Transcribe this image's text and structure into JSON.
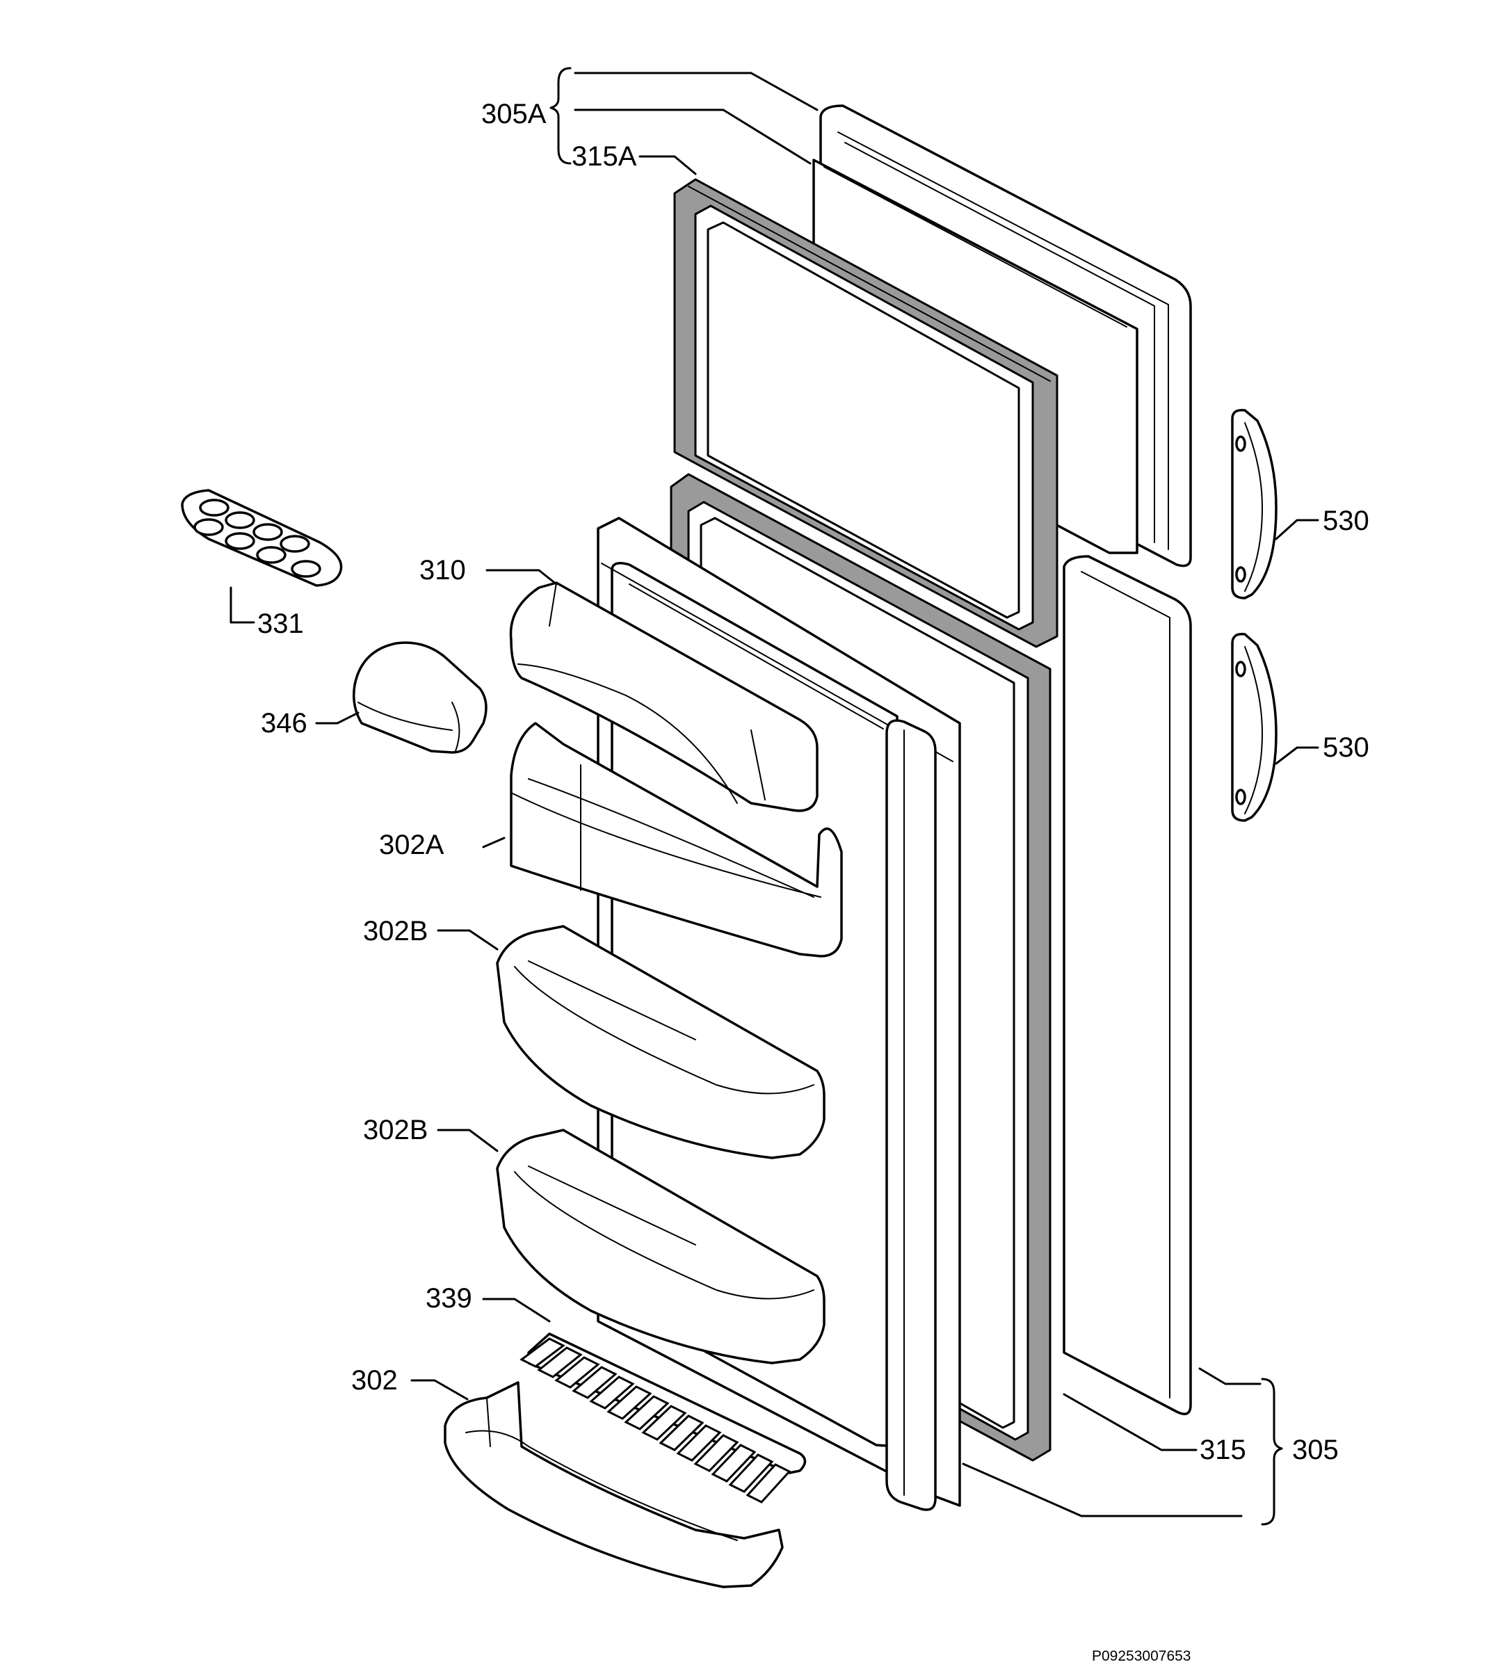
{
  "callouts": {
    "c305a": "305A",
    "c315a": "315A",
    "c310": "310",
    "c331": "331",
    "c346": "346",
    "c302a": "302A",
    "c302b_1": "302B",
    "c302b_2": "302B",
    "c339": "339",
    "c302": "302",
    "c530_1": "530",
    "c530_2": "530",
    "c315": "315",
    "c305": "305"
  },
  "document_number": "P09253007653",
  "colors": {
    "line": "#000000",
    "gasket": "#9a9a9a",
    "background": "#ffffff"
  }
}
